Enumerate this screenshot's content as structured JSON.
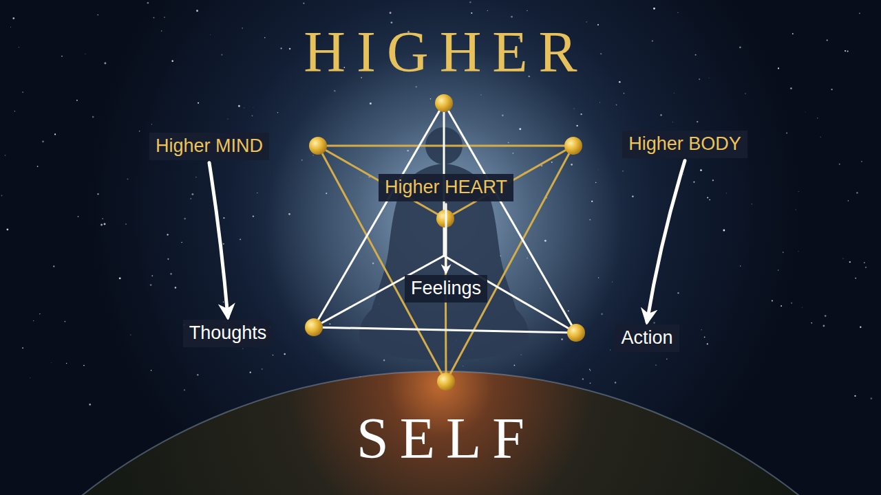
{
  "diagram": {
    "title": "HIGHER",
    "caption": "SELF",
    "nodes": [
      {
        "text": [
          "Higher MIND"
        ]
      },
      {
        "text": [
          "Higher BODY"
        ]
      },
      {
        "text": [
          "Higher HEART"
        ]
      },
      {
        "text": [
          "Feelings"
        ]
      },
      {
        "text": [
          "Thoughts"
        ]
      },
      {
        "text": [
          "Action"
        ]
      }
    ],
    "edges": [
      {
        "from": 0,
        "to": 4,
        "arrow": "to"
      },
      {
        "from": 1,
        "to": 5,
        "arrow": "to"
      },
      {
        "from": 2,
        "to": 3,
        "arrow": "to"
      }
    ]
  }
}
